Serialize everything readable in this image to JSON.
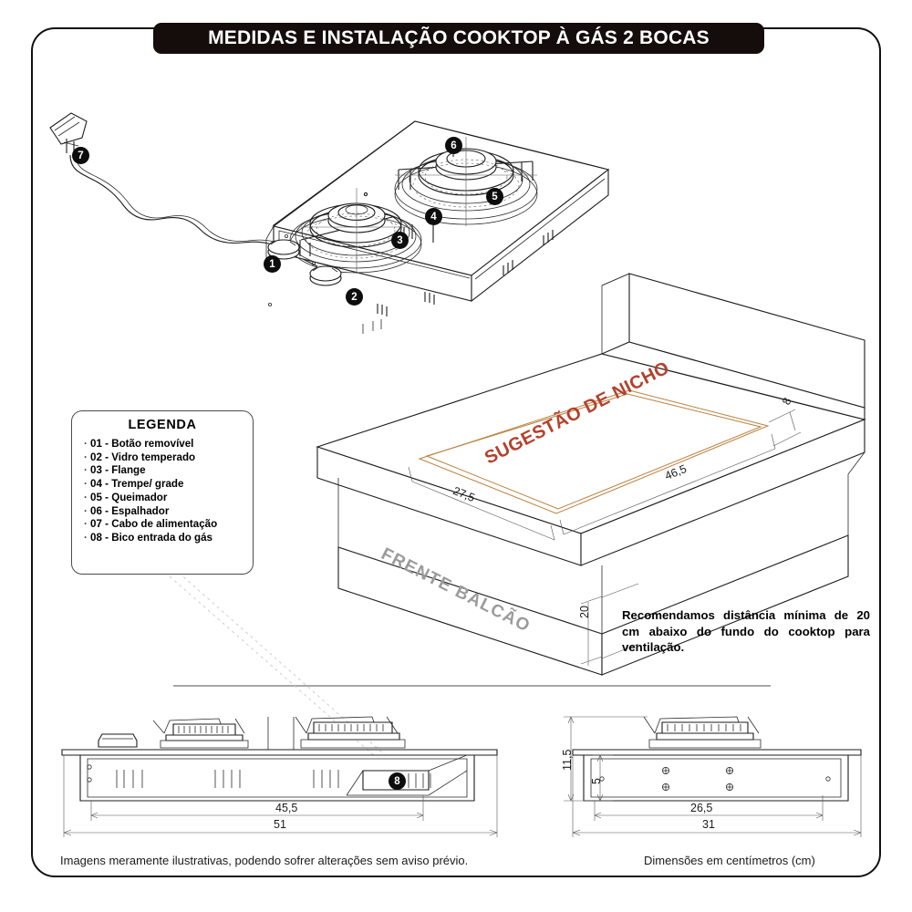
{
  "title": "MEDIDAS E INSTALAÇÃO COOKTOP À GÁS 2 BOCAS",
  "legend": {
    "heading": "LEGENDA",
    "items": [
      "01 - Botão removível",
      "02 - Vidro temperado",
      "03 - Flange",
      "04 - Trempe/ grade",
      "05 - Queimador",
      "06 - Espalhador",
      "07 - Cabo de alimentação",
      "08 - Bico entrada do gás"
    ]
  },
  "callouts": [
    {
      "id": "1",
      "label": "1"
    },
    {
      "id": "2",
      "label": "2"
    },
    {
      "id": "3",
      "label": "3"
    },
    {
      "id": "4",
      "label": "4"
    },
    {
      "id": "5",
      "label": "5"
    },
    {
      "id": "6",
      "label": "6"
    },
    {
      "id": "7",
      "label": "7"
    },
    {
      "id": "8",
      "label": "8"
    }
  ],
  "niche": {
    "label": "SUGESTÃO DE NICHO",
    "color": "#b4412c",
    "width": "46,5",
    "depth": "27,5",
    "thickness": "8"
  },
  "counter": {
    "front_label": "FRENTE BALCÃO",
    "clearance": "20",
    "note": "Recomendamos distância mínima de 20 cm abaixo do fundo do cooktop para ventilação."
  },
  "front_view": {
    "width_inner": "45,5",
    "width_outer": "51"
  },
  "side_view": {
    "height_total": "11,5",
    "height_body": "5",
    "depth_inner": "26,5",
    "depth_outer": "31"
  },
  "footer": {
    "left": "Imagens meramente ilustrativas, podendo sofrer alterações sem aviso prévio.",
    "right": "Dimensões em centímetros (cm)"
  }
}
